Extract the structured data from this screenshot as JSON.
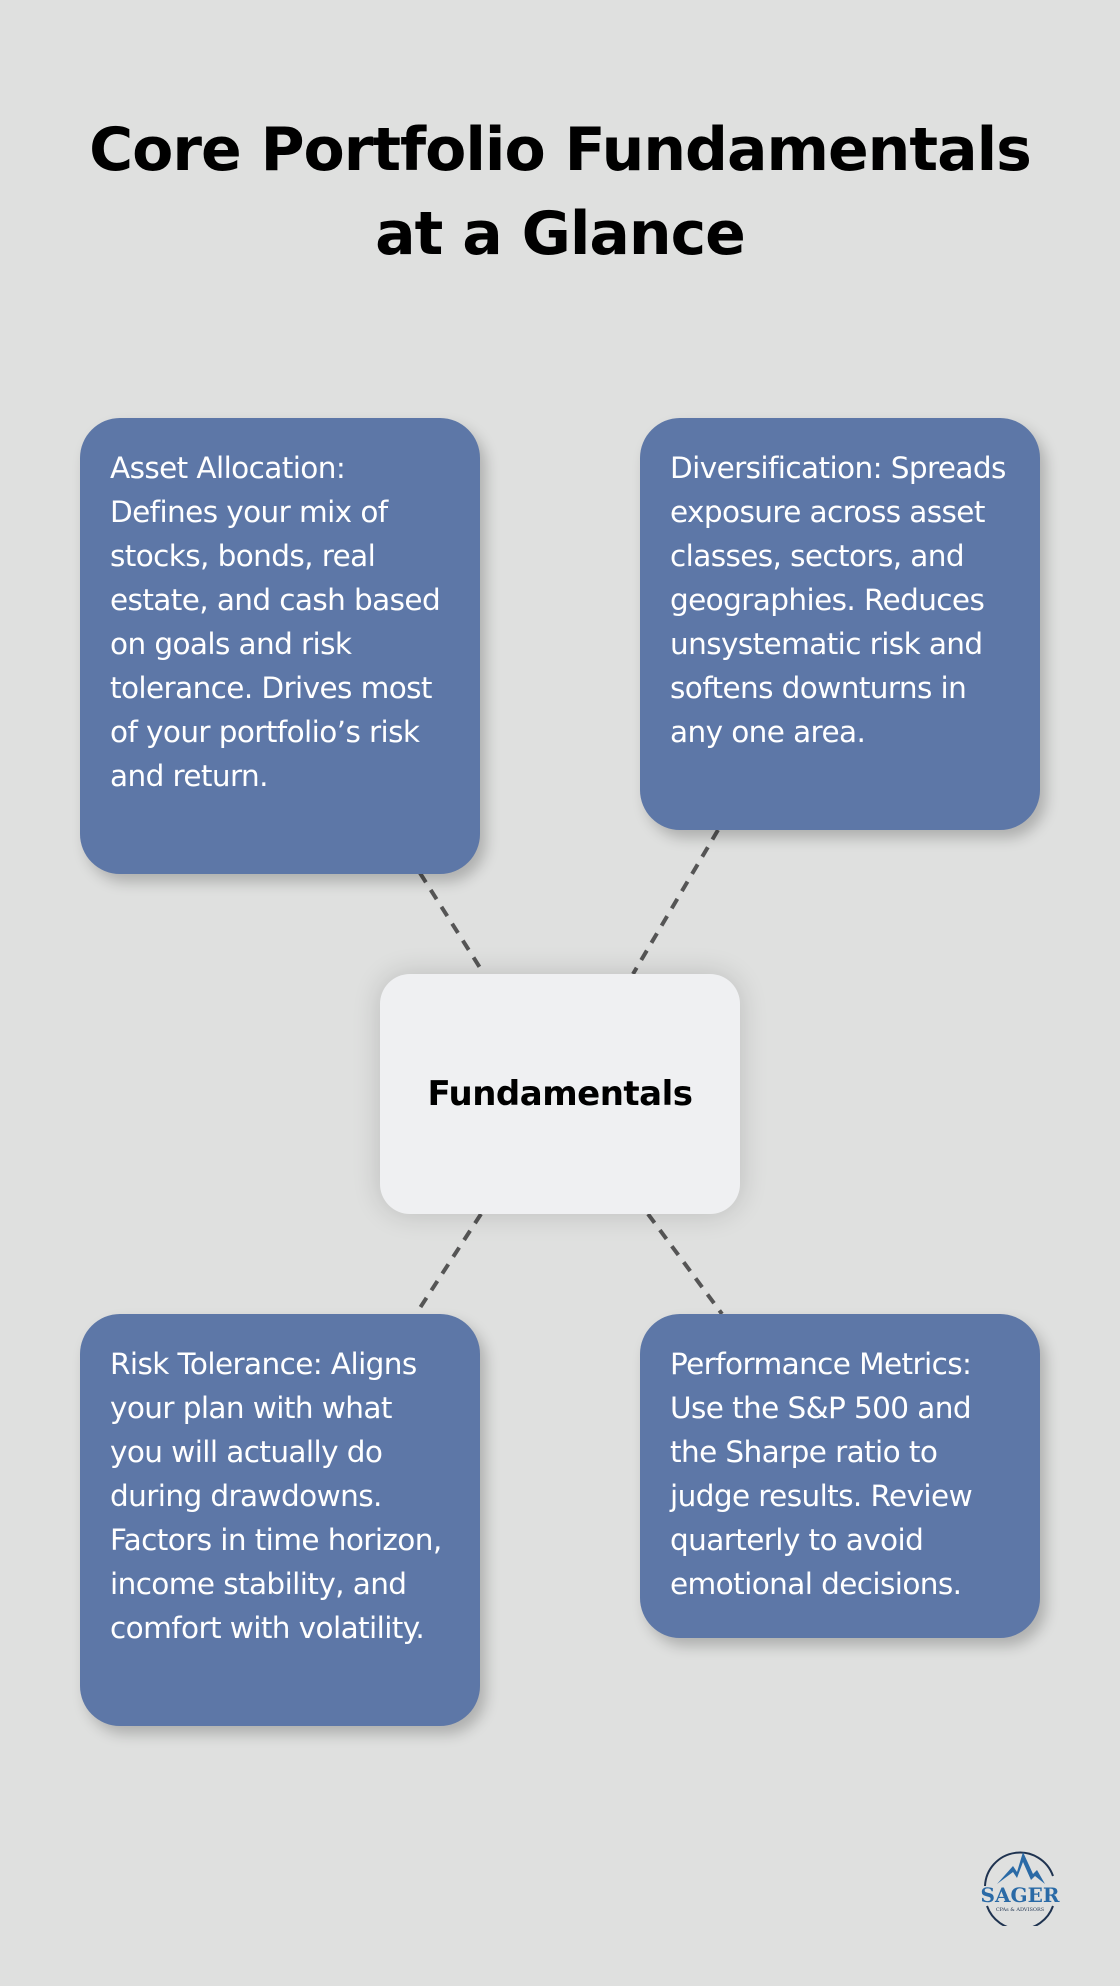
{
  "title": {
    "line1": "Core Portfolio Fundamentals",
    "line2": "at a Glance"
  },
  "center_node": {
    "label": "Fundamentals"
  },
  "nodes": [
    {
      "position": "top-left",
      "text": "Asset Allocation: Defines your mix of stocks, bonds, real estate, and cash based on goals and risk tolerance. Drives most of your portfolio’s risk and return."
    },
    {
      "position": "top-right",
      "text": "Diversification: Spreads exposure across asset classes, sectors, and geographies. Reduces unsystematic risk and softens downturns in any one area."
    },
    {
      "position": "bottom-left",
      "text": "Risk Tolerance: Aligns your plan with what you will actually do during drawdowns. Factors in time horizon, income stability, and comfort with volatility."
    },
    {
      "position": "bottom-right",
      "text": "Performance Metrics: Use the S&P 500 and the Sharpe ratio to judge results. Review quarterly to avoid emotional decisions."
    }
  ],
  "logo": {
    "name": "SAGER",
    "tagline": "CPAs & ADVISORS"
  },
  "colors": {
    "background": "#dfe0df",
    "card": "#5d77a7",
    "center": "#eff0f2",
    "connector": "#555555",
    "logo_blue": "#2a6aa6",
    "logo_navy": "#1f3350"
  }
}
